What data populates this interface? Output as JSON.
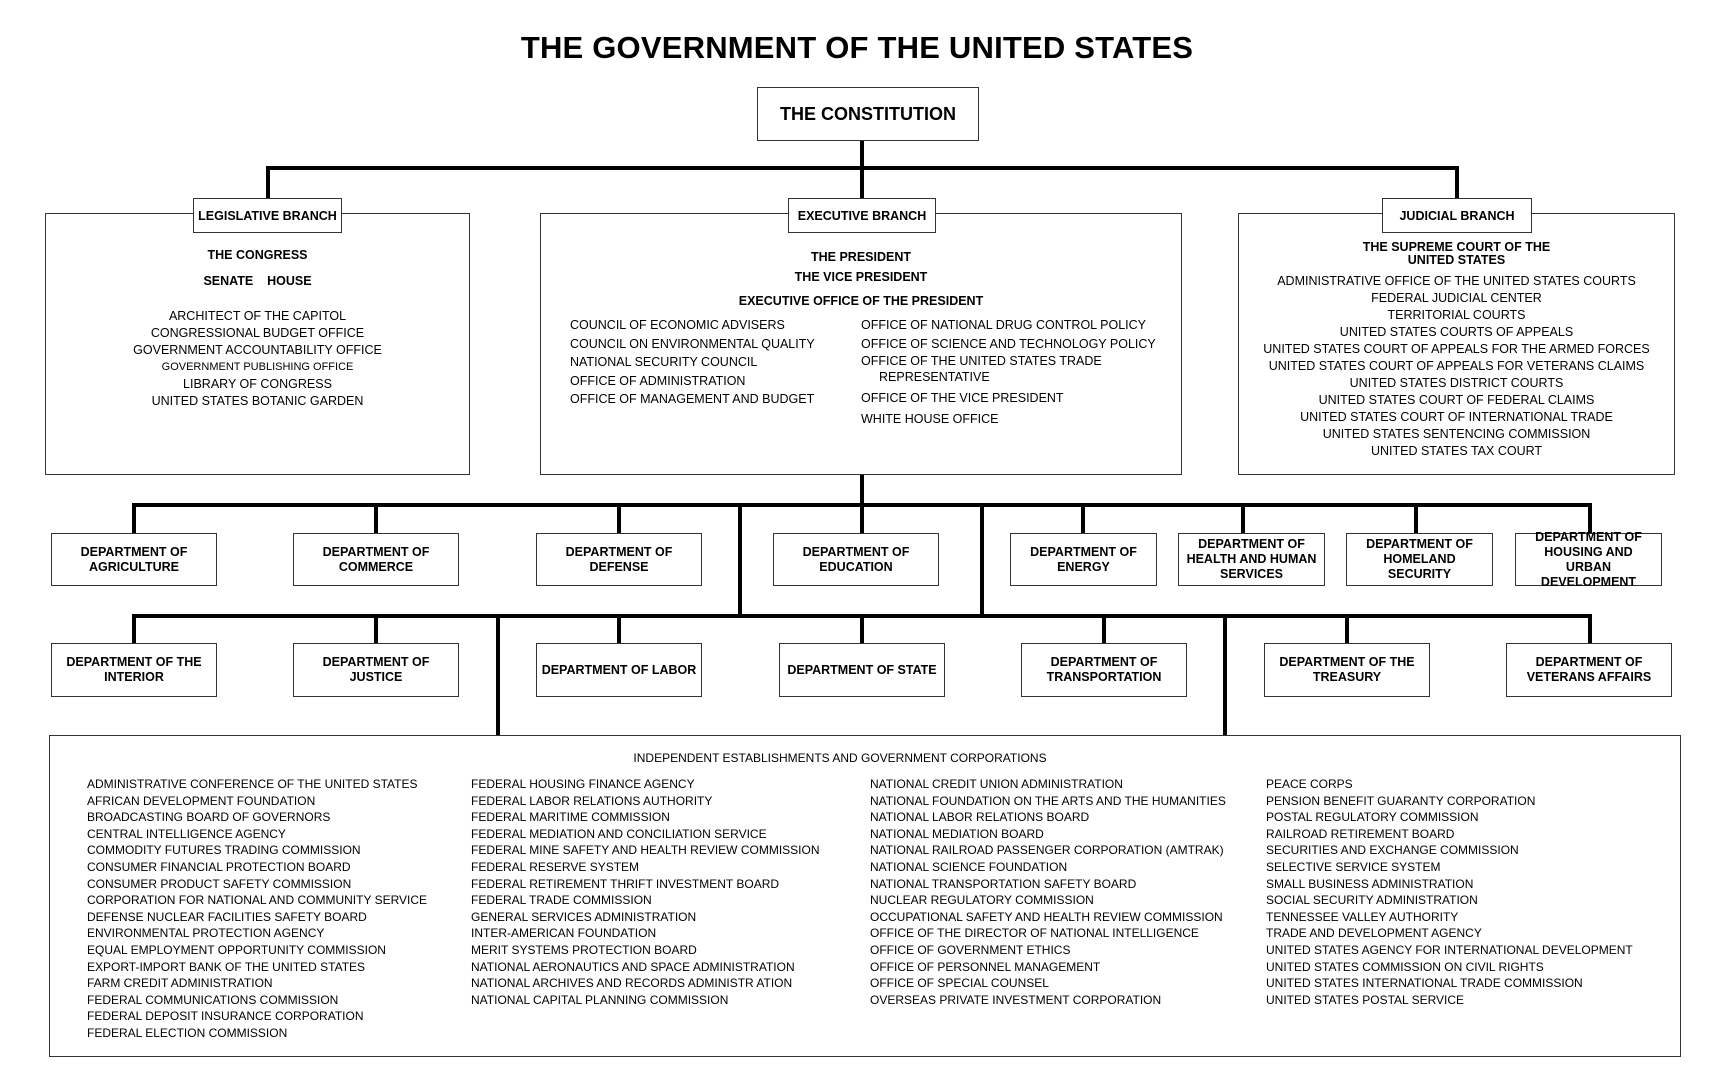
{
  "title": "THE GOVERNMENT OF THE UNITED STATES",
  "constitution": "THE CONSTITUTION",
  "legislative": {
    "label": "LEGISLATIVE BRANCH",
    "congress": "THE CONGRESS",
    "chambers": "SENATE    HOUSE",
    "agencies": [
      "ARCHITECT OF THE CAPITOL",
      "CONGRESSIONAL BUDGET OFFICE",
      "GOVERNMENT ACCOUNTABILITY OFFICE",
      "GOVERNMENT PUBLISHING OFFICE",
      "LIBRARY OF CONGRESS",
      "UNITED STATES BOTANIC GARDEN"
    ]
  },
  "executive": {
    "label": "EXECUTIVE BRANCH",
    "president": "THE PRESIDENT",
    "vice_president": "THE VICE PRESIDENT",
    "eop": "EXECUTIVE OFFICE OF THE PRESIDENT",
    "left_offices": [
      "COUNCIL OF ECONOMIC ADVISERS",
      "COUNCIL ON ENVIRONMENTAL QUALITY",
      "NATIONAL SECURITY COUNCIL",
      "OFFICE OF ADMINISTRATION",
      "OFFICE OF MANAGEMENT AND BUDGET"
    ],
    "right_offices": [
      "OFFICE OF NATIONAL DRUG CONTROL POLICY",
      "OFFICE OF SCIENCE AND TECHNOLOGY POLICY",
      "OFFICE OF THE UNITED  STATES TRADE REPRESENTATIVE",
      "OFFICE OF THE VICE PRESIDENT",
      "WHITE HOUSE OFFICE"
    ]
  },
  "judicial": {
    "label": "JUDICIAL BRANCH",
    "supreme_court": "THE SUPREME COURT OF THE UNITED STATES",
    "courts": [
      "ADMINISTRATIVE OFFICE OF THE  UNITED STATES COURTS",
      "FEDERAL JUDICIAL CENTER",
      "TERRITORIAL COURTS",
      "UNITED STATES COURTS OF APPEALS",
      "UNITED STATES  COURT OF APPEALS FOR THE ARMED FORCES",
      "UNITED STATES  COURT OF APPEALS FOR VETERANS CLAIMS",
      "UNITED STATES DISTRICT COURTS",
      "UNITED STATES  COURT OF FEDERAL CLAIMS",
      "UNITED STATES  COURT OF INTERNATIONAL  TRADE",
      "UNITED STATES SENTENCING COMMISSION",
      "UNITED STATES TAX COURT"
    ]
  },
  "departments_row1": [
    "DEPARTMENT OF AGRICULTURE",
    "DEPARTMENT OF COMMERCE",
    "DEPARTMENT OF DEFENSE",
    "DEPARTMENT OF EDUCATION",
    "DEPARTMENT OF ENERGY",
    "DEPARTMENT OF HEALTH AND HUMAN SERVICES",
    "DEPARTMENT OF HOMELAND SECURITY",
    "DEPARTMENT OF HOUSING AND URBAN DEVELOPMENT"
  ],
  "departments_row2": [
    "DEPARTMENT OF THE INTERIOR",
    "DEPARTMENT OF JUSTICE",
    "DEPARTMENT OF LABOR",
    "DEPARTMENT OF STATE",
    "DEPARTMENT OF TRANSPORTATION",
    "DEPARTMENT OF THE TREASURY",
    "DEPARTMENT OF VETERANS AFFAIRS"
  ],
  "independent": {
    "title": "INDEPENDENT ESTABLISHMENTS AND GOVERNMENT CORPORATIONS",
    "columns": [
      [
        "ADMINISTRATIVE CONFERENCE OF THE UNITED STATES",
        "AFRICAN DEVELOPMENT FOUNDATION",
        "BROADCASTING BOARD OF GOVERNORS",
        "CENTRAL INTELLIGENCE  AGENCY",
        "COMMODITY FUTURES TRADING COMMISSION",
        "CONSUMER FINANCIAL PROTECTION BOARD",
        "CONSUMER PRODUCT SAFETY COMMISSION",
        "CORPORATION FOR NATIONAL  AND COMMUNITY SERVICE",
        "DEFENSE NUCLEAR FACILITIES SAFETY BOARD",
        "ENVIRONMENTAL PROTECTION AGENCY",
        "EQUAL EMPLOYMENT OPPORTUNITY COMMISSION",
        "EXPORT-IMPORT BANK OF THE UNITED STATES",
        "FARM CREDIT ADMINISTRATION",
        "FEDERAL COMMUNICATIONS COMMISSION",
        "FEDERAL DEPOSIT INSURANCE CORPORATION",
        "FEDERAL ELECTION COMMISSION"
      ],
      [
        "FEDERAL HOUSING FINANCE AGENCY",
        "FEDERAL LABOR RELATIONS AUTHORITY",
        "FEDERAL MARITIME COMMISSION",
        "FEDERAL MEDIATION AND CONCILIATION SERVICE",
        "FEDERAL MINE SAFETY AND HEALTH REVIEW COMMISSION",
        "FEDERAL RESERVE SYSTEM",
        "FEDERAL RETIREMENT THRIFT INVESTMENT BOARD",
        "FEDERAL TRADE COMMISSION",
        "GENERAL SERVICES ADMINISTRATION",
        "INTER-AMERICAN FOUNDATION",
        "MERIT SYSTEMS PROTECTION BOARD",
        "NATIONAL AERONAUTICS AND SPACE ADMINISTRATION",
        "NATIONAL ARCHIVES AND RECORDS ADMINISTR ATION",
        "NATIONAL CAPITAL PLANNING COMMISSION"
      ],
      [
        "NATIONAL CREDIT UNION ADMINISTRATION",
        "NATIONAL FOUNDATION ON THE ARTS AND THE HUMANITIES",
        "NATIONAL LABOR RELATIONS BOARD",
        "NATIONAL MEDIATION BOARD",
        "NATIONAL RAILROAD PASSENGER CORPORATION (AMTRAK)",
        "NATIONAL SCIENCE FOUNDATION",
        "NATIONAL TRANSPORTATION SAFETY BOARD",
        "NUCLEAR REGULATORY COMMISSION",
        "OCCUPATIONAL  SAFETY AND HEALTH REVIEW COMMISSION",
        "OFFICE OF THE DIRECTOR OF NATIONAL INTELLIGENCE",
        "OFFICE OF GOVERNMENT ETHICS",
        "OFFICE OF PERSONNEL MANAGEMENT",
        "OFFICE OF SPECIAL COUNSEL",
        "OVERSEAS PRIVATE  INVESTMENT CORPORATION"
      ],
      [
        "PEACE CORPS",
        "PENSION BENEFIT GUARANTY CORPORATION",
        "POSTAL REGULATORY COMMISSION",
        "RAILROAD RETIREMENT BOARD",
        "SECURITIES AND EXCHANGE COMMISSION",
        "SELECTIVE SERVICE SYSTEM",
        "SMALL BUSINESS ADMINISTRATION",
        "SOCIAL SECURITY ADMINISTRATION",
        "TENNESSEE VALLEY AUTHORITY",
        "TRADE AND DEVELOPMENT AGENCY",
        "UNITED STATES  AGENCY FOR INTERNATIONAL  DEVELOPMENT",
        "UNITED STATES COMMISSION ON CIVIL RIGHTS",
        "UNITED STATES INTERNATIONAL TRADE COMMISSION",
        "UNITED STATES POSTAL SERVICE"
      ]
    ]
  }
}
